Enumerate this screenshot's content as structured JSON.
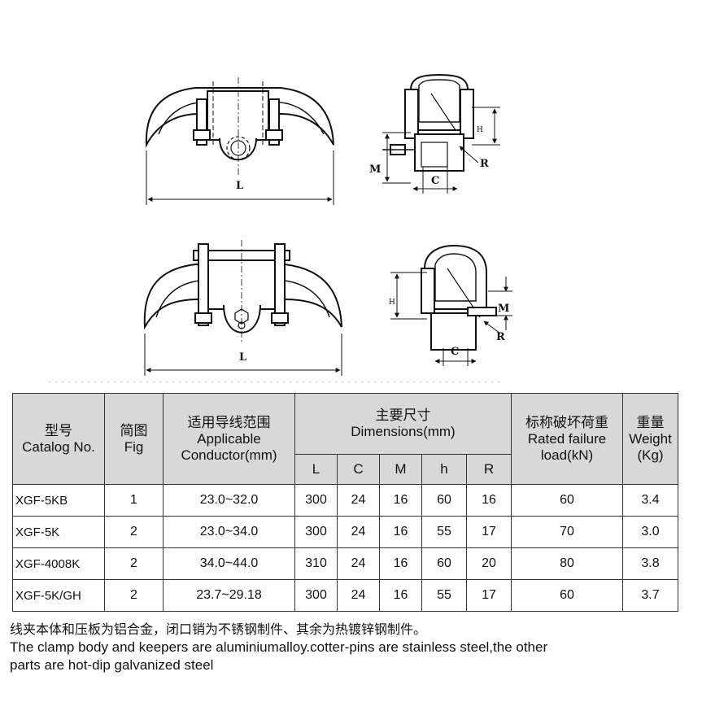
{
  "drawings": {
    "fig1_front_label": "L",
    "fig1_side_labels": {
      "h": "H",
      "m": "M",
      "c": "C",
      "r": "R"
    },
    "fig2_front_label": "L",
    "fig2_side_labels": {
      "h": "H",
      "m": "M",
      "c": "C",
      "r": "R"
    }
  },
  "table": {
    "headers": {
      "catalog_cn": "型号",
      "catalog_en": "Catalog No.",
      "fig_cn": "简图",
      "fig_en": "Fig",
      "conductor_cn": "适用导线范围",
      "conductor_en_1": "Applicable",
      "conductor_en_2": "Conductor(mm)",
      "dim_cn": "主要尺寸",
      "dim_en": "Dimensions(mm)",
      "load_cn": "标称破坏荷重",
      "load_en_1": "Rated failure",
      "load_en_2": "load(kN)",
      "weight_cn": "重量",
      "weight_en_1": "Weight",
      "weight_en_2": "(Kg)",
      "sub": [
        "L",
        "C",
        "M",
        "h",
        "R"
      ]
    },
    "rows": [
      {
        "model": "XGF-5KB",
        "fig": "1",
        "range": "23.0~32.0",
        "L": "300",
        "C": "24",
        "M": "16",
        "h": "60",
        "R": "16",
        "load": "60",
        "weight": "3.4"
      },
      {
        "model": "XGF-5K",
        "fig": "2",
        "range": "23.0~34.0",
        "L": "300",
        "C": "24",
        "M": "16",
        "h": "55",
        "R": "17",
        "load": "70",
        "weight": "3.0"
      },
      {
        "model": "XGF-4008K",
        "fig": "2",
        "range": "34.0~44.0",
        "L": "310",
        "C": "24",
        "M": "16",
        "h": "60",
        "R": "20",
        "load": "80",
        "weight": "3.8"
      },
      {
        "model": "XGF-5K/GH",
        "fig": "2",
        "range": "23.7~29.18",
        "L": "300",
        "C": "24",
        "M": "16",
        "h": "55",
        "R": "17",
        "load": "60",
        "weight": "3.7"
      }
    ]
  },
  "notes": {
    "cn": "线夹本体和压板为铝合金，闭口销为不锈钢制件、其余为热镀锌钢制件。",
    "en_line1": "The clamp body and keepers are aluminiumalloy.cotter-pins are stainless steel,the other",
    "en_line2": "parts are hot-dip galvanized steel"
  }
}
